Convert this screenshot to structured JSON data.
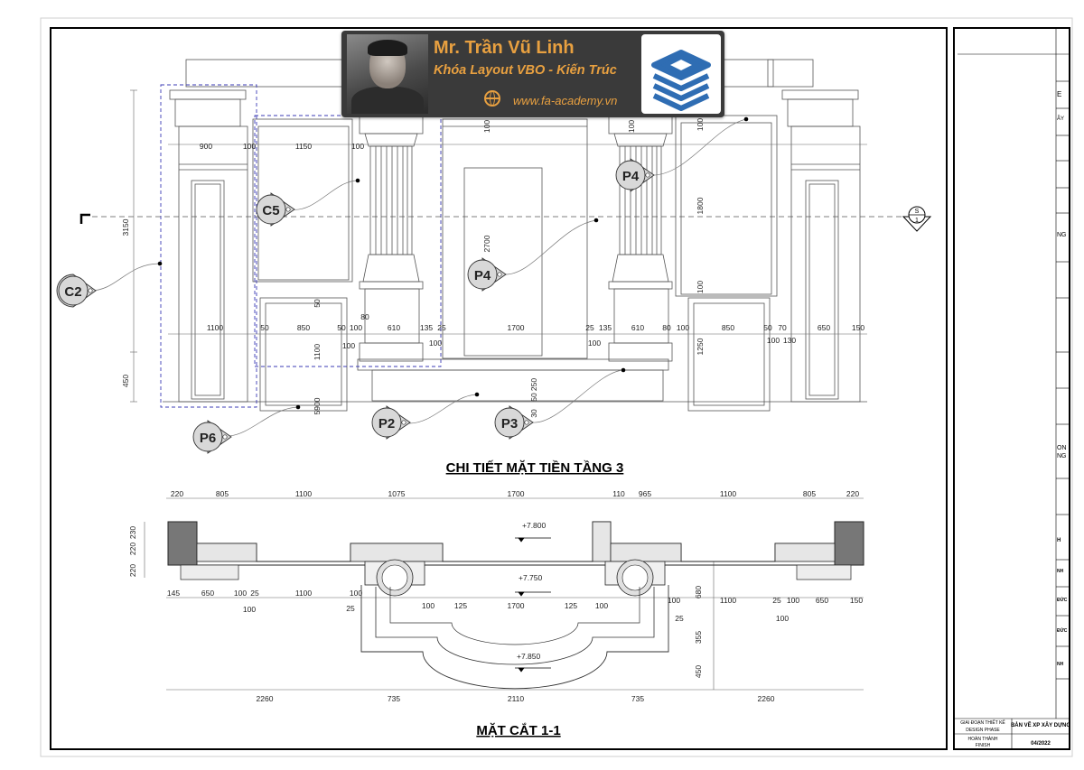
{
  "banner": {
    "name": "Mr. Trần Vũ Linh",
    "course": "Khóa Layout VBO - Kiến Trúc",
    "website": "www.fa-academy.vn",
    "logo_color": "#2f6db3",
    "accent_color": "#e8a040",
    "icons": [
      "portrait-photo",
      "globe-icon",
      "layers-logo-icon"
    ]
  },
  "elevation": {
    "title": "CHI TIẾT MẶT TIỀN TẦNG 3",
    "section_marker": {
      "letter": "S",
      "number": "1"
    },
    "tags": [
      "C2",
      "C5",
      "P4",
      "P4",
      "P6",
      "P2",
      "P3"
    ],
    "dims_top": [
      "900",
      "100",
      "1150",
      "100"
    ],
    "dims_row": [
      "1100",
      "50",
      "850",
      "50",
      "100",
      "610",
      "135",
      "25",
      "1700",
      "25",
      "135",
      "610",
      "80",
      "100",
      "850",
      "50",
      "70",
      "650",
      "150"
    ],
    "dims_row_sub": [
      "80",
      "100",
      "100",
      "100",
      "100",
      "130"
    ],
    "dims_left": [
      "3150",
      "450"
    ],
    "dims_inner": [
      "50",
      "1100",
      "5900",
      "2700",
      "100",
      "100",
      "1800",
      "100",
      "1250",
      "250",
      "50",
      "30",
      "100"
    ]
  },
  "section": {
    "title": "MẶT CẮT 1-1",
    "dims_top": [
      "220",
      "805",
      "1100",
      "1075",
      "1700",
      "110",
      "965",
      "1100",
      "805",
      "220"
    ],
    "levels": [
      "+7.800",
      "+7.750",
      "+7.850"
    ],
    "dims_left": [
      "230",
      "220",
      "220"
    ],
    "dims_mid_left": [
      "145",
      "650",
      "100",
      "25",
      "1100",
      "100",
      "100",
      "25"
    ],
    "dims_mid_center": [
      "100",
      "125",
      "1700",
      "125",
      "100"
    ],
    "dims_mid_right": [
      "100",
      "25",
      "1100",
      "25",
      "100",
      "650",
      "150",
      "100"
    ],
    "dims_right_v": [
      "680",
      "355",
      "450"
    ],
    "dims_bottom": [
      "2260",
      "735",
      "2110",
      "735",
      "2260"
    ]
  },
  "title_block": {
    "fragments": [
      "BẢN VẼ XP XÂY DỰNG",
      "GIAI ĐOẠN THIẾT KẾ",
      "DESIGN PHASE",
      "HOÀN THÀNH",
      "FINISH",
      "04/2022"
    ],
    "edge_letters": [
      "E",
      "ÂY",
      "NG",
      "ON",
      "NG",
      "H",
      "NH",
      "ĐỨC",
      "ĐỨC",
      "NH"
    ]
  }
}
